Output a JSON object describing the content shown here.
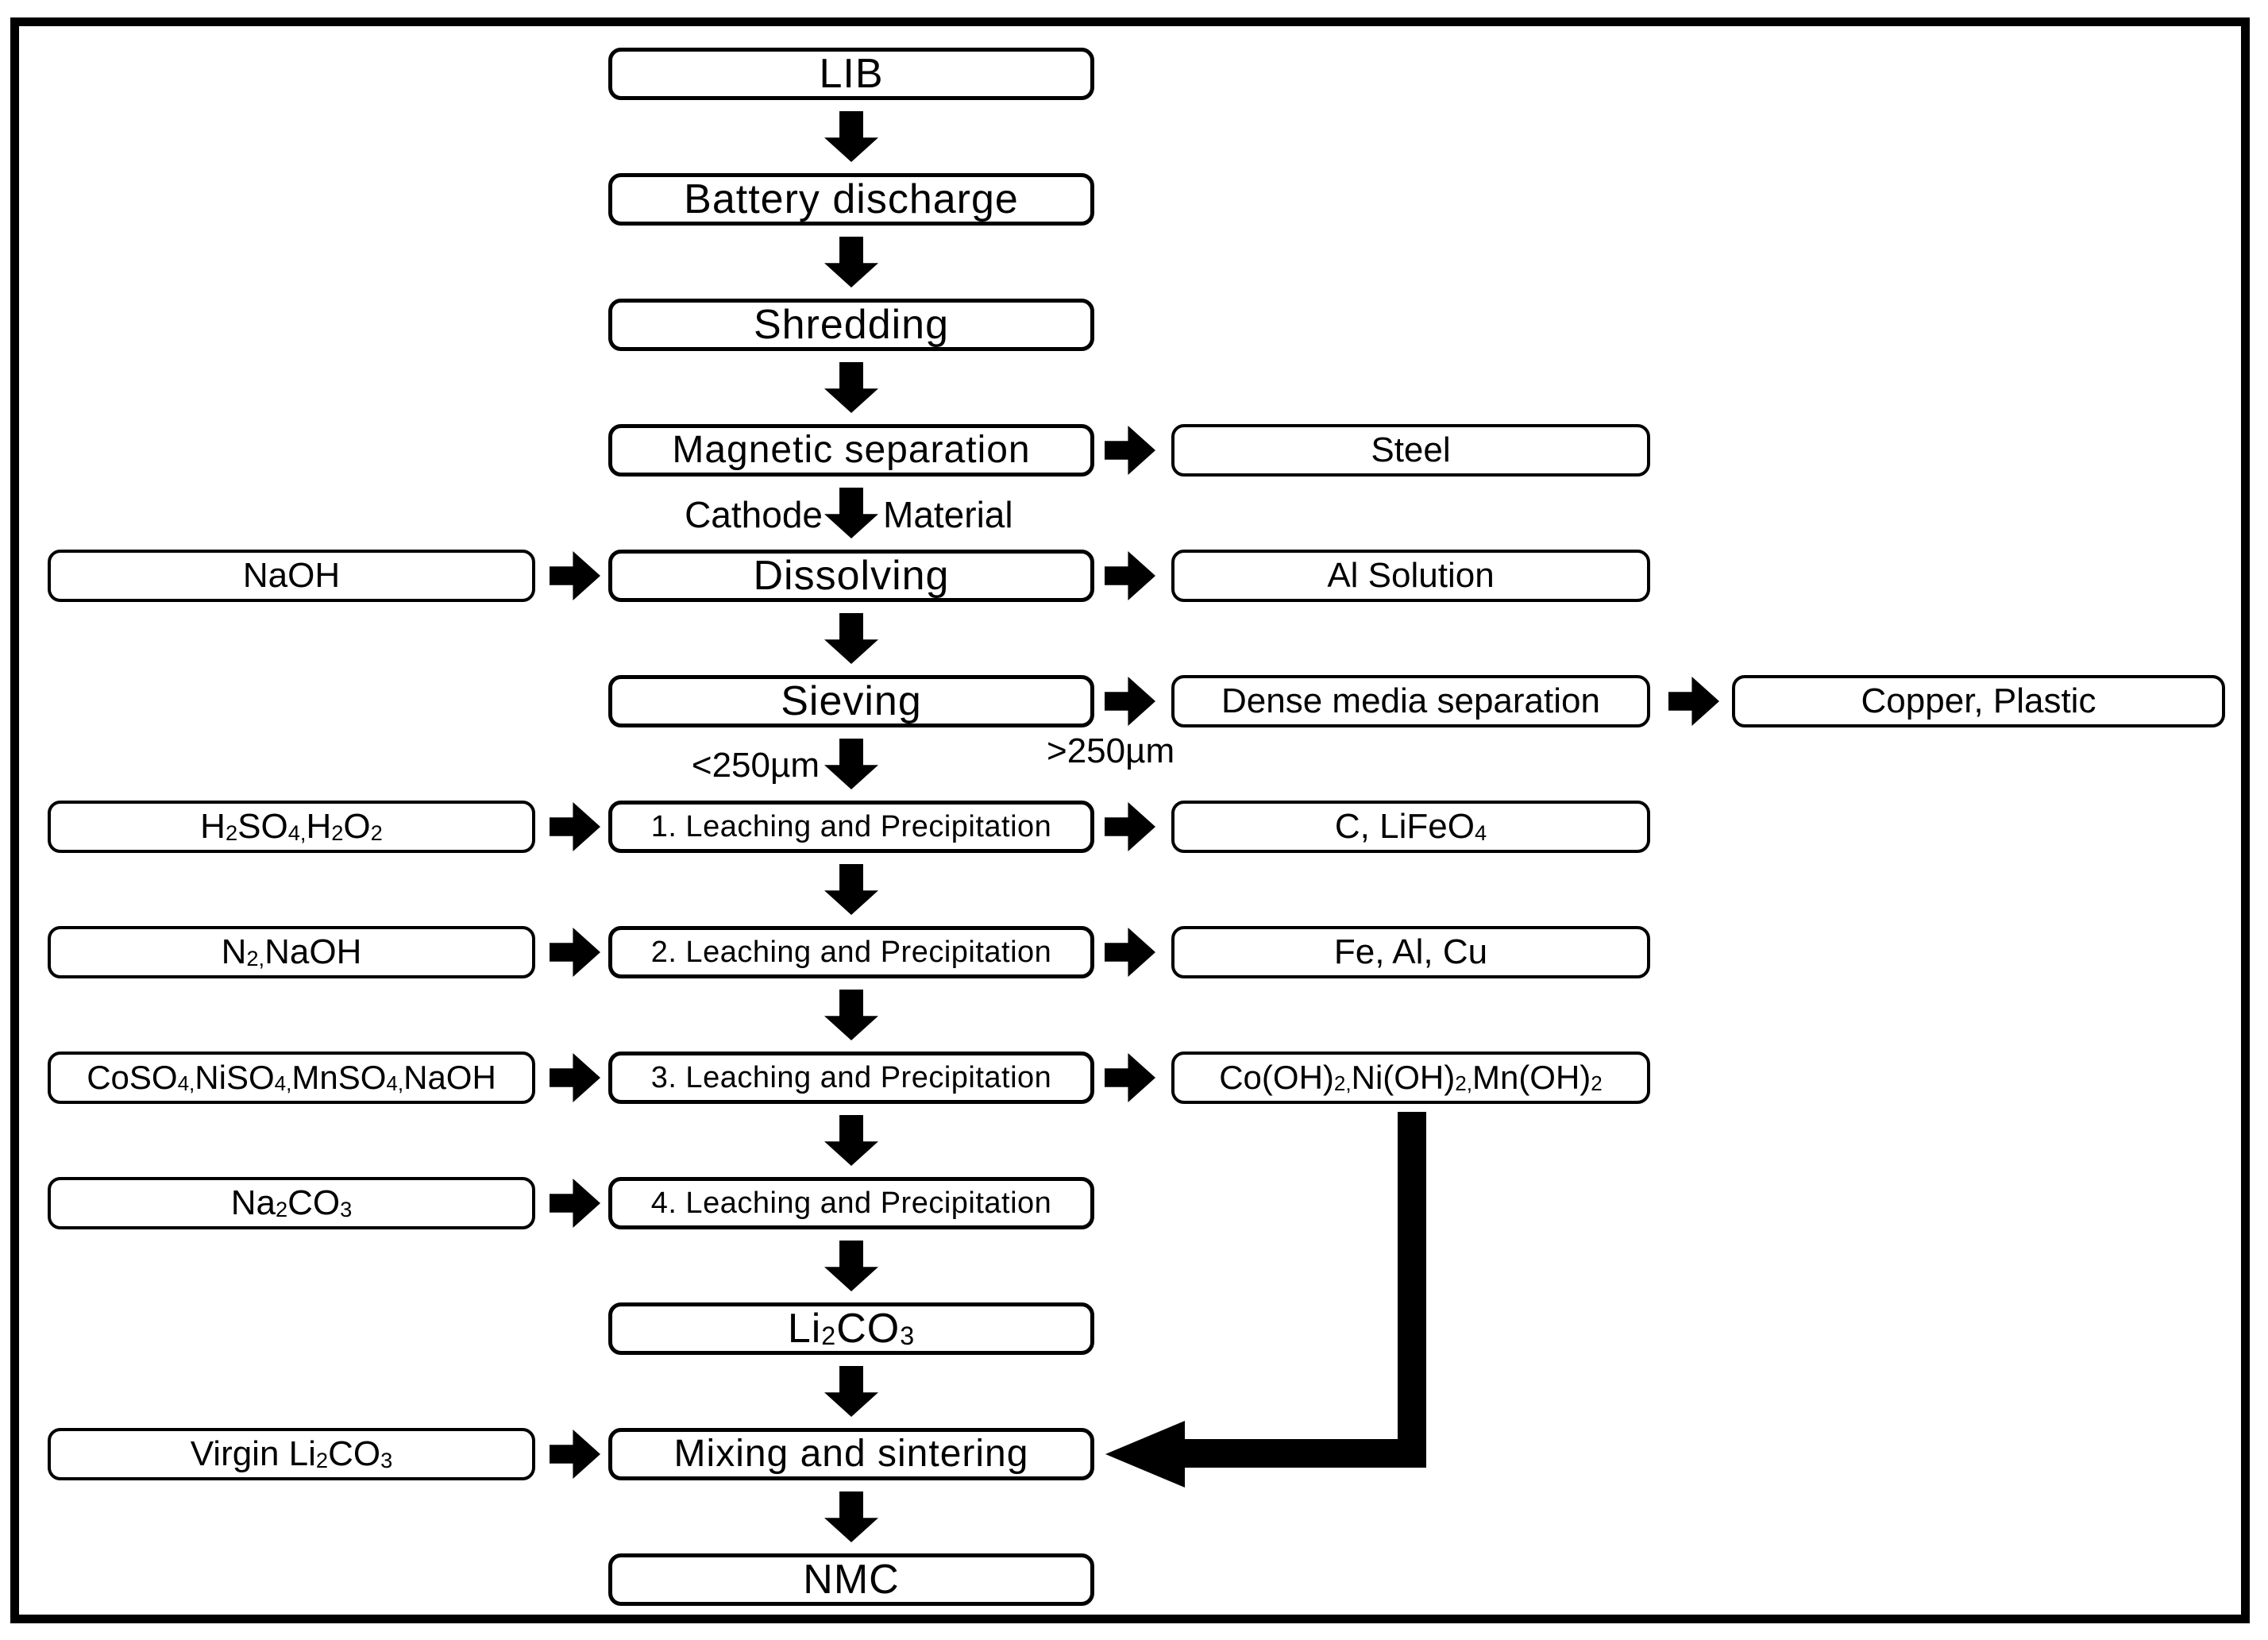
{
  "colors": {
    "ink": "#000000",
    "paper": "#ffffff"
  },
  "flowchart": {
    "process": {
      "lib": "LIB",
      "battery_discharge": "Battery discharge",
      "shredding": "Shredding",
      "magnetic_separation": "Magnetic separation",
      "dissolving": "Dissolving",
      "sieving": "Sieving",
      "leaching_1": "1. Leaching and Precipitation",
      "leaching_2": "2. Leaching and Precipitation",
      "leaching_3": "3. Leaching and Precipitation",
      "leaching_4": "4. Leaching and Precipitation",
      "li2co3": "Li~2~CO~3~",
      "mixing_sintering": "Mixing and sintering",
      "nmc": "NMC"
    },
    "inputs": {
      "naoh": "NaOH",
      "h2so4_h2o2": "H~2~SO~4,~ H~2~O~2~",
      "n2_naoh": "N~2,~ NaOH",
      "sulfates_naoh": "CoSO~4,~ NiSO~4,~ MnSO~4,~ NaOH",
      "na2co3": "Na~2~CO~3~",
      "virgin_li2co3": "Virgin Li~2~CO~3~"
    },
    "outputs": {
      "steel": "Steel",
      "al_solution": "Al Solution",
      "dense_media_separation": "Dense media separation",
      "copper_plastic": "Copper, Plastic",
      "c_lifeo4": "C, LiFeO~4~",
      "fe_al_cu": "Fe, Al, Cu",
      "hydroxides": "Co(OH)~2,~ Ni(OH)~2,~ Mn(OH)~2~"
    },
    "edge_labels": {
      "cathode_word_left": "Cathode",
      "cathode_word_right": "Material",
      "undersize": "<250µm",
      "oversize": ">250µm"
    }
  }
}
